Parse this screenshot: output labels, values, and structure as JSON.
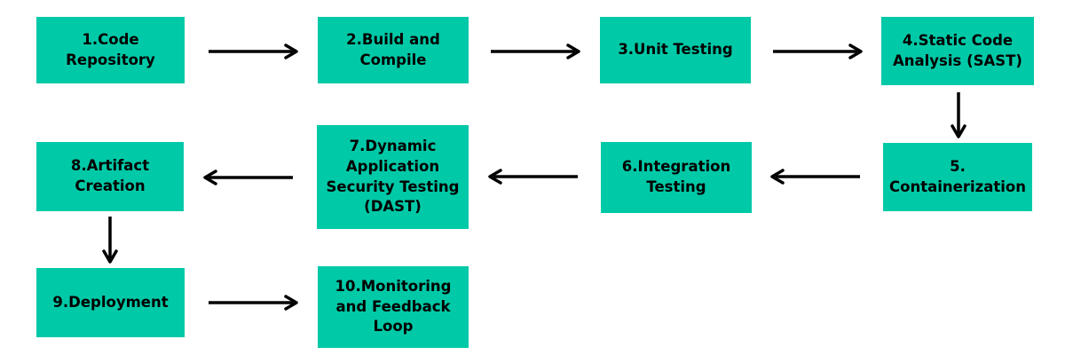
{
  "diagram": {
    "type": "flowchart",
    "colors": {
      "node_fill": "#00C9A7",
      "node_text": "#000000",
      "arrow": "#000000",
      "background": "#FFFFFF"
    },
    "nodes": [
      {
        "id": 1,
        "label": "1.Code\nRepository"
      },
      {
        "id": 2,
        "label": "2.Build and\nCompile"
      },
      {
        "id": 3,
        "label": "3.Unit Testing"
      },
      {
        "id": 4,
        "label": "4.Static Code\nAnalysis (SAST)"
      },
      {
        "id": 5,
        "label": "5.\nContainerization"
      },
      {
        "id": 6,
        "label": "6.Integration\nTesting"
      },
      {
        "id": 7,
        "label": "7.Dynamic\nApplication\nSecurity Testing\n(DAST)"
      },
      {
        "id": 8,
        "label": "8.Artifact\nCreation"
      },
      {
        "id": 9,
        "label": "9.Deployment"
      },
      {
        "id": 10,
        "label": "10.Monitoring\nand Feedback\nLoop"
      }
    ],
    "edges": [
      {
        "from": 1,
        "to": 2,
        "direction": "right"
      },
      {
        "from": 2,
        "to": 3,
        "direction": "right"
      },
      {
        "from": 3,
        "to": 4,
        "direction": "right"
      },
      {
        "from": 4,
        "to": 5,
        "direction": "down"
      },
      {
        "from": 5,
        "to": 6,
        "direction": "left"
      },
      {
        "from": 6,
        "to": 7,
        "direction": "left"
      },
      {
        "from": 7,
        "to": 8,
        "direction": "left"
      },
      {
        "from": 8,
        "to": 9,
        "direction": "down"
      },
      {
        "from": 9,
        "to": 10,
        "direction": "right"
      }
    ]
  }
}
